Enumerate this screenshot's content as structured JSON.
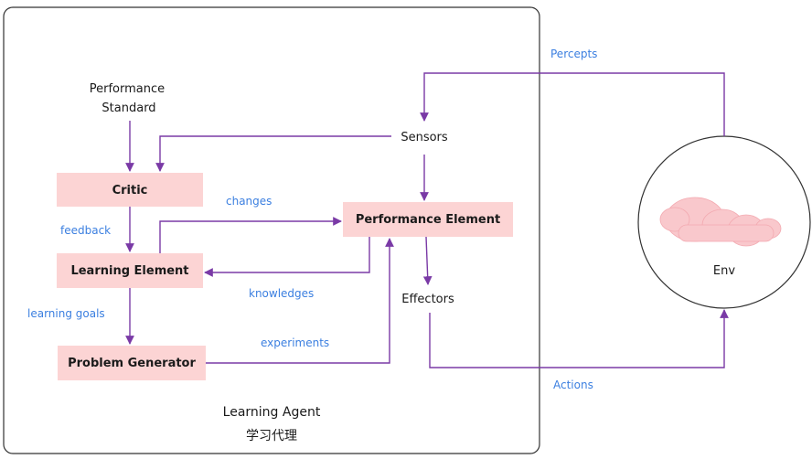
{
  "agent": {
    "title": "Learning Agent",
    "subtitle": "学习代理"
  },
  "nodes": {
    "performance_standard_line1": "Performance",
    "performance_standard_line2": "Standard",
    "critic": "Critic",
    "learning_element": "Learning Element",
    "problem_generator": "Problem Generator",
    "performance_element": "Performance Element",
    "sensors": "Sensors",
    "effectors": "Effectors",
    "env": "Env"
  },
  "edge_labels": {
    "feedback": "feedback",
    "learning_goals": "learning goals",
    "changes": "changes",
    "knowledges": "knowledges",
    "experiments": "experiments",
    "percepts": "Percepts",
    "actions": "Actions"
  },
  "colors": {
    "box_fill": "#fcd4d4",
    "arrow": "#7a3aa6",
    "label": "#3b7fe0",
    "cloud": "#f9c8cc"
  }
}
